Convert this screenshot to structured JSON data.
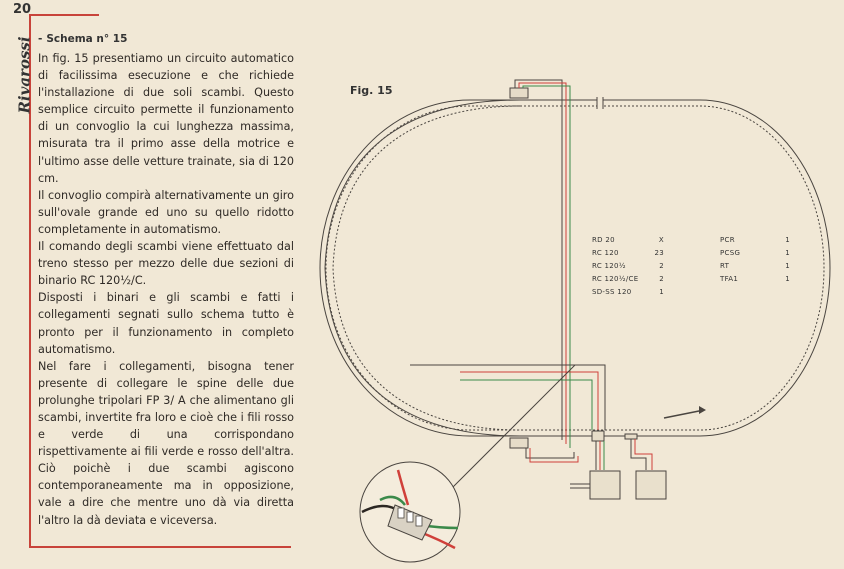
{
  "page_number": "20",
  "brand": "Rivarossi",
  "heading": {
    "dash": "-",
    "title": "Schema n° 15"
  },
  "paragraphs": [
    "In fig. 15 presentiamo un circuito automatico di facilissima esecuzione e che richiede l'installazione di due soli scambi. Questo semplice circuito permette il funzionamento di un convoglio la cui lunghezza massima, misurata tra il primo asse della motrice e l'ultimo asse delle vetture trainate, sia di 120 cm.",
    "Il convoglio compirà alternativamente un giro sull'ovale grande ed uno su quello ridotto completamente in automatismo.",
    "Il comando degli scambi viene effettuato dal treno stesso per mezzo delle due sezioni di binario RC 120½/C.",
    "Disposti i binari e gli scambi e fatti i collegamenti segnati sullo schema tutto è pronto per il funzionamento in completo automatismo.",
    "Nel fare i collegamenti, bisogna tener presente di collegare le spine delle due prolunghe tripolari FP 3/ A che alimentano gli scambi, invertite fra loro e cioè che i fili rosso e verde di una corrispondano rispettivamente ai fili verde e rosso dell'altra. Ciò poichè i due scambi agiscono contemporaneamente ma in opposizione, vale a dire che mentre uno dà via diretta l'altro la dà deviata e viceversa."
  ],
  "figure": {
    "label": "Fig. 15",
    "parts_left": [
      {
        "code": "RD 20",
        "qty": "X"
      },
      {
        "code": "RC 120",
        "qty": "23"
      },
      {
        "code": "RC 120½",
        "qty": "2"
      },
      {
        "code": "RC 120½/CE",
        "qty": "2"
      },
      {
        "code": "SD-SS 120",
        "qty": "1"
      }
    ],
    "parts_right": [
      {
        "code": "PCR",
        "qty": "1"
      },
      {
        "code": "PCSG",
        "qty": "1"
      },
      {
        "code": "RT",
        "qty": "1"
      },
      {
        "code": "TFA1",
        "qty": "1"
      }
    ]
  },
  "colors": {
    "rule_red": "#c8433a",
    "track": "#4a4540",
    "wire_red": "#d0403a",
    "wire_green": "#3b8a4a",
    "paper": "#f1e8d6"
  }
}
